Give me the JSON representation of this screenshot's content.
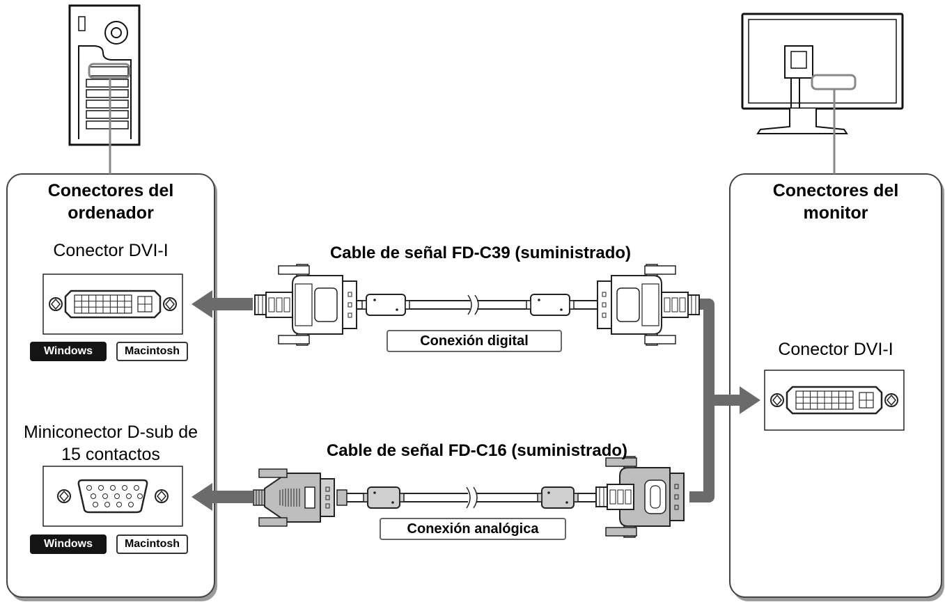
{
  "computer_panel": {
    "title_line1": "Conectores del",
    "title_line2": "ordenador",
    "dvi_label": "Conector DVI-I",
    "dsub_label_line1": "Miniconector D-sub de",
    "dsub_label_line2": "15 contactos",
    "badges_dvi": [
      "Windows",
      "Macintosh"
    ],
    "badges_dsub": [
      "Windows",
      "Macintosh"
    ]
  },
  "monitor_panel": {
    "title_line1": "Conectores del",
    "title_line2": "monitor",
    "dvi_label": "Conector DVI-I"
  },
  "cables": {
    "digital": {
      "title": "Cable de señal FD-C39 (suministrado)",
      "connection": "Conexión digital"
    },
    "analog": {
      "title": "Cable de señal FD-C16 (suministrado)",
      "connection": "Conexión analógica"
    }
  },
  "colors": {
    "arrow": "#6b6b6b",
    "outline": "#555555",
    "badge_dark": "#141414",
    "analog_plug": "#bdbdbd"
  }
}
